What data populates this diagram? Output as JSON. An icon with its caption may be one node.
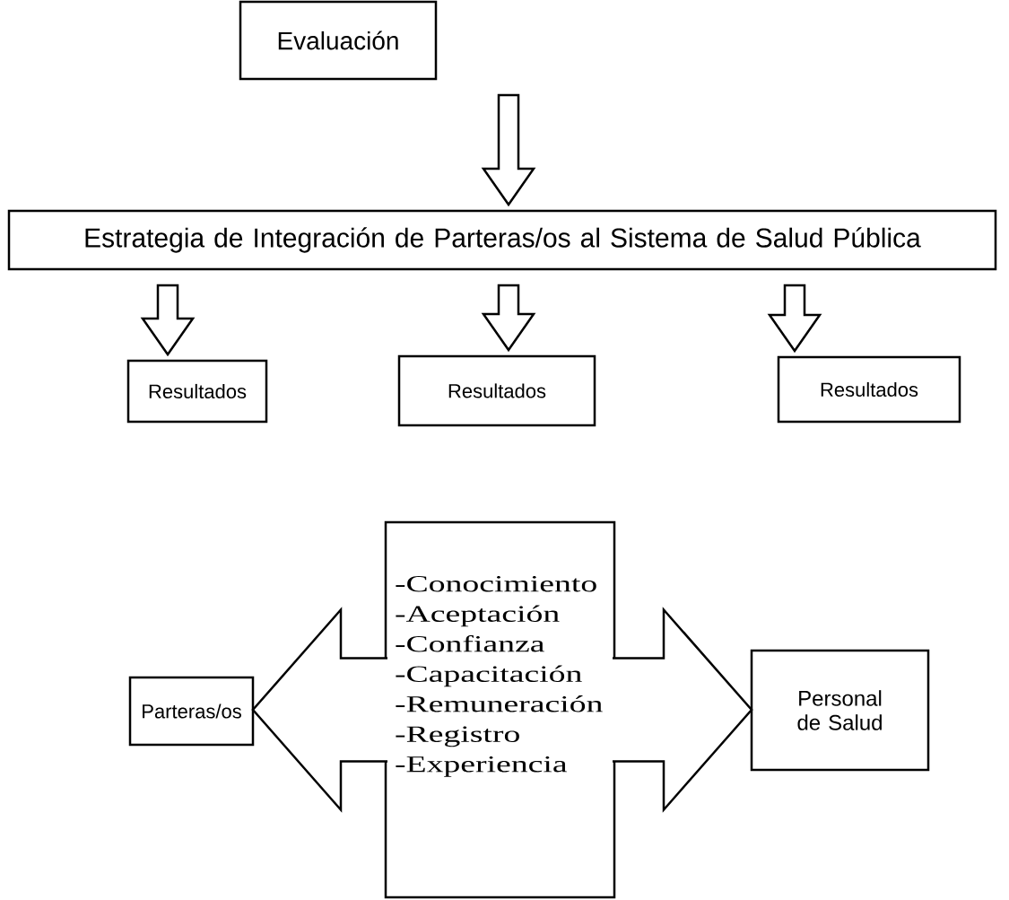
{
  "diagram": {
    "nodes": [
      {
        "text": [
          "Evaluación"
        ]
      },
      {
        "text": [
          "Estrategia de Integración de Parteras/os al Sistema de Salud Pública"
        ]
      },
      {
        "text": [
          "Resultados"
        ]
      },
      {
        "text": [
          "Resultados"
        ]
      },
      {
        "text": [
          "Resultados"
        ]
      },
      {
        "text": [
          "-Conocimiento",
          "-Aceptación",
          "-Confianza",
          "-Capacitación",
          "-Remuneración",
          "-Registro",
          "-Experiencia"
        ]
      },
      {
        "text": [
          "Parteras/os"
        ]
      },
      {
        "text": [
          "Personal de Salud"
        ]
      }
    ],
    "edges": [
      {
        "from": 0,
        "to": 1,
        "arrow": "to"
      },
      {
        "from": 1,
        "to": 2,
        "arrow": "to"
      },
      {
        "from": 1,
        "to": 3,
        "arrow": "to"
      },
      {
        "from": 1,
        "to": 4,
        "arrow": "to"
      },
      {
        "from": 5,
        "to": 6,
        "arrow": "to"
      },
      {
        "from": 5,
        "to": 7,
        "arrow": "to"
      }
    ]
  }
}
